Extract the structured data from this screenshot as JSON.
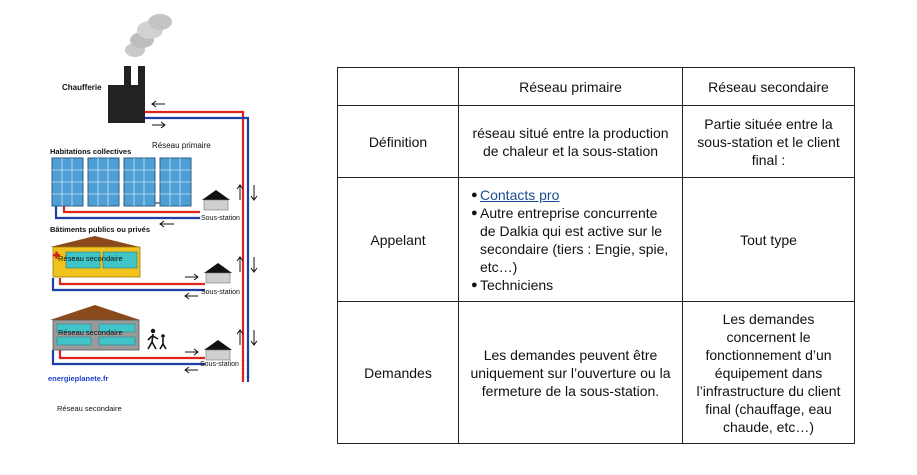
{
  "diagram": {
    "labels": {
      "chaufferie": "Chaufferie",
      "reseau_primaire": "Réseau primaire",
      "habitations": "Habitations collectives",
      "batiments": "Bâtiments publics ou privés",
      "sous_station_1": "Sous-station",
      "sous_station_2": "Sous-station",
      "sous_station_3": "Sous-station",
      "reseau_secondaire_1": "Réseau secondaire",
      "reseau_secondaire_2": "Réseau secondaire",
      "reseau_secondaire_3": "Réseau secondaire",
      "brand": "energieplanete.fr"
    },
    "colors": {
      "hot_pipe": "#e0241b",
      "cold_pipe": "#1f3fa8",
      "factory": "#222222",
      "building_blue": "#4e9fd6",
      "roof_brown": "#8b4a1c",
      "wall_yellow": "#f2c21c",
      "window_teal": "#40c4c8",
      "brand_blue": "#1f3fd0"
    }
  },
  "table": {
    "headers": [
      "",
      "Réseau primaire",
      "Réseau secondaire"
    ],
    "rows": {
      "definition": {
        "label": "Définition",
        "primaire": "réseau situé entre la production de chaleur et la sous-station",
        "secondaire": "Partie située entre la sous-station et le client final :"
      },
      "appelant": {
        "label": "Appelant",
        "primaire_items": [
          "Contacts pro",
          "Autre entreprise concurrente de Dalkia qui est active sur le secondaire (tiers : Engie, spie, etc…)",
          "Techniciens"
        ],
        "secondaire": "Tout type"
      },
      "demandes": {
        "label": "Demandes",
        "primaire": "Les demandes peuvent être uniquement sur l’ouverture ou la fermeture de la sous-station.",
        "secondaire": "Les demandes concernent le fonctionnement d’un équipement dans l’infrastructure du client final (chauffage, eau chaude, etc…)"
      }
    }
  }
}
